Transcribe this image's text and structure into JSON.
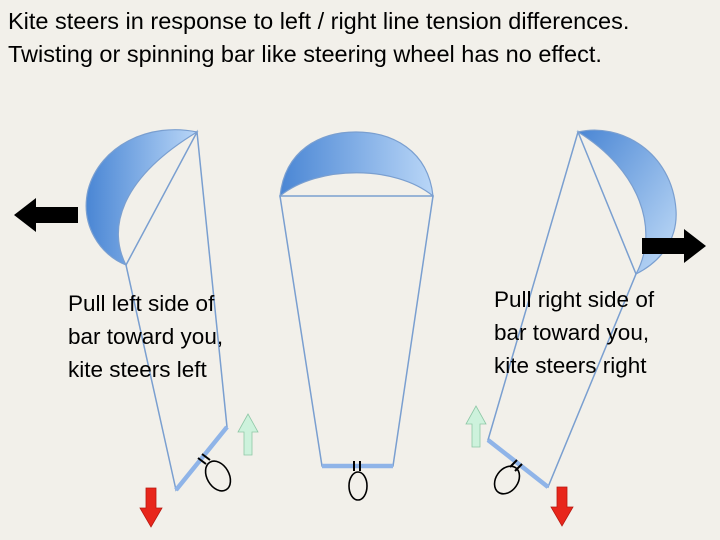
{
  "title": {
    "line1": "Kite steers in response to left / right line tension differences.",
    "line2": "Twisting or spinning bar like steering wheel has no effect."
  },
  "left_caption": {
    "lines": [
      "Pull left side of",
      "bar toward you,",
      "kite steers left"
    ]
  },
  "right_caption": {
    "lines": [
      "Pull right side of",
      "bar toward you,",
      "kite steers right"
    ]
  },
  "colors": {
    "background": "#f2f0ea",
    "kite_dark": "#4a86d4",
    "kite_light": "#b9d6f7",
    "line": "#7a9fd0",
    "bar": "#8fb4e8",
    "pull_arrow": "#e8261b",
    "release_arrow": "#cdf2dc",
    "steer_arrow": "#000000"
  }
}
